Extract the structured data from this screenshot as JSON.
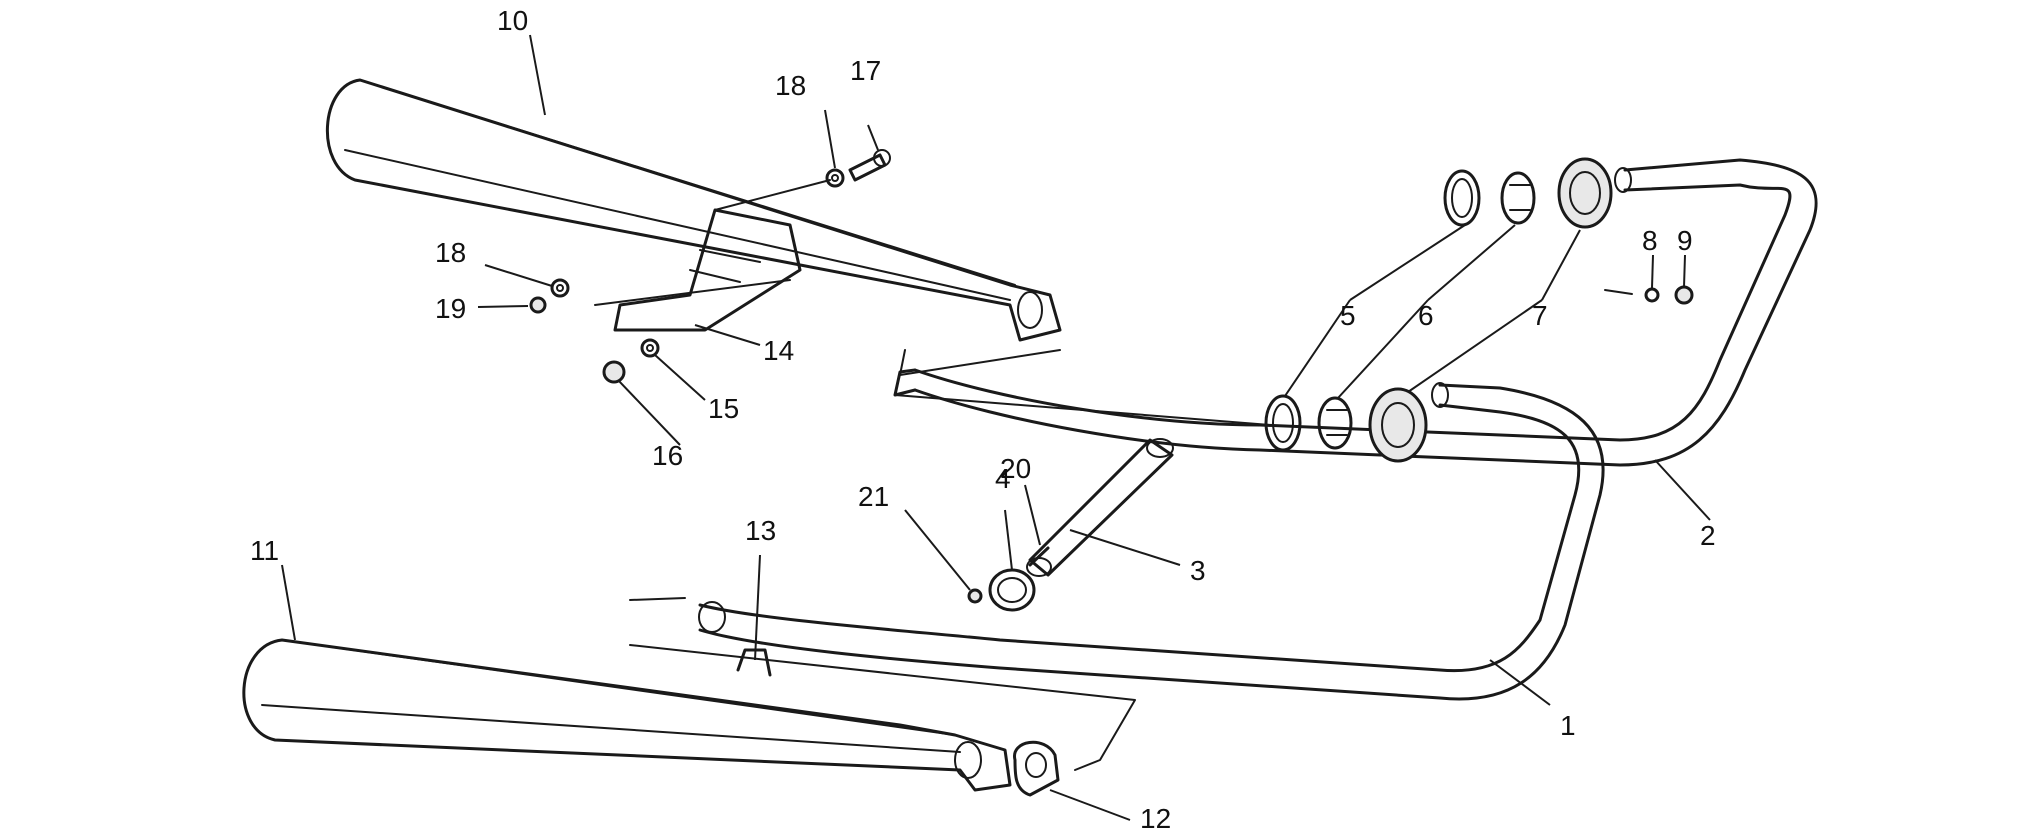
{
  "diagram": {
    "callouts": {
      "c1": "1",
      "c2": "2",
      "c3": "3",
      "c4": "4",
      "c5a": "5",
      "c6a": "6",
      "c7a": "7",
      "c8": "8",
      "c9": "9",
      "c10": "10",
      "c11": "11",
      "c12": "12",
      "c13": "13",
      "c14": "14",
      "c15": "15",
      "c16": "16",
      "c17": "17",
      "c18a": "18",
      "c18b": "18",
      "c19": "19",
      "c20": "20",
      "c21": "21"
    }
  }
}
